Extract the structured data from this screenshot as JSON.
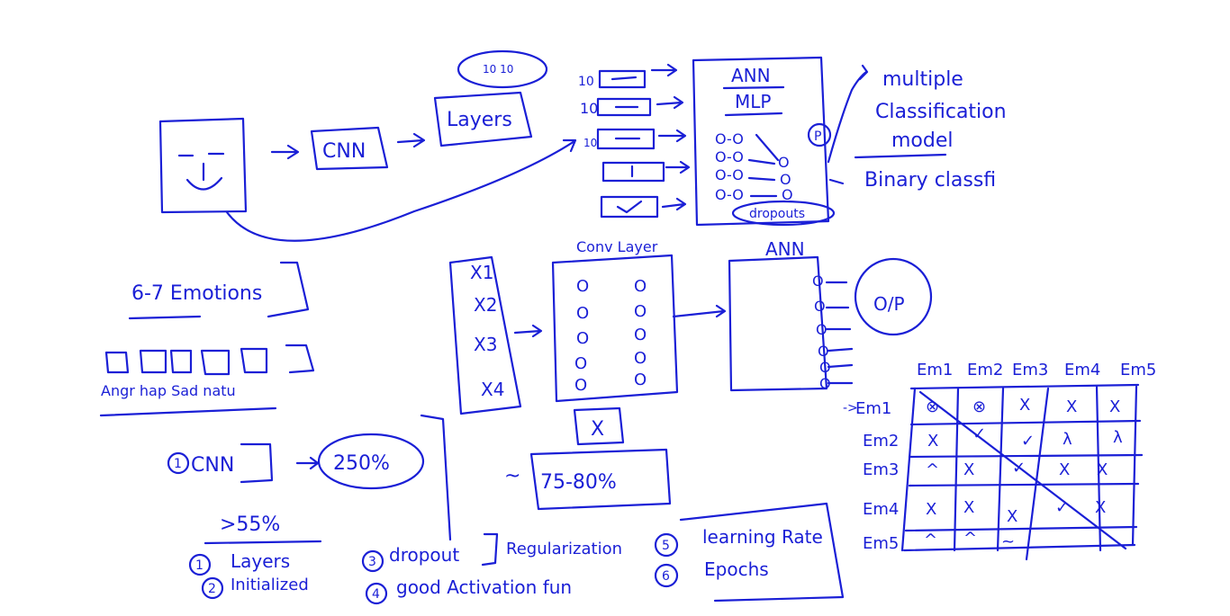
{
  "colors": {
    "ink": "#1a1fd6",
    "background": "#ffffff"
  },
  "pipeline": {
    "cnn": "CNN",
    "layers": "Layers",
    "layers_note": "10 10",
    "row_numbers": [
      "10",
      "10",
      "10"
    ],
    "ann_top": "ANN",
    "mlp": "MLP",
    "dropouts": "dropouts",
    "p_mark": "P",
    "multiple_1": "multiple",
    "multiple_2": "Classification",
    "multiple_3": "model",
    "binary": "Binary classfi"
  },
  "emotions": {
    "title": "6-7 Emotions",
    "list": "Angr hap Sad natu"
  },
  "conv": {
    "x_labels": [
      "X1",
      "X2",
      "X3",
      "X4"
    ],
    "conv_layer": "Conv Layer",
    "ann": "ANN",
    "op": "O/P",
    "x_box": "X",
    "accuracy": "75-80%",
    "tilde": "~"
  },
  "results": {
    "cnn_item": "CNN",
    "cnn_num": "1",
    "cnn_score": "250%",
    "threshold": ">55%"
  },
  "tips": [
    {
      "num": "1",
      "text": "Layers"
    },
    {
      "num": "2",
      "text": "Initialized"
    },
    {
      "num": "3",
      "text": "dropout"
    },
    {
      "num": "4",
      "text": "good Activation fun"
    },
    {
      "num": "5",
      "text": "learning Rate"
    },
    {
      "num": "6",
      "text": "Epochs"
    }
  ],
  "regularization": "Regularization",
  "matrix": {
    "cols": [
      "Em1",
      "Em2",
      "Em3",
      "Em4",
      "Em5"
    ],
    "rows": [
      "Em1",
      "Em2",
      "Em3",
      "Em4",
      "Em5"
    ],
    "row_arrow": "->",
    "cells": [
      [
        "⊗",
        "⊗",
        "X",
        "X",
        "X"
      ],
      [
        "X",
        "✓",
        "✓",
        "λ",
        "λ"
      ],
      [
        "^",
        "X",
        "✓",
        "X",
        "X"
      ],
      [
        "X",
        "X",
        "X",
        "✓",
        "X"
      ],
      [
        "^",
        "^",
        "~",
        "",
        ""
      ]
    ]
  }
}
